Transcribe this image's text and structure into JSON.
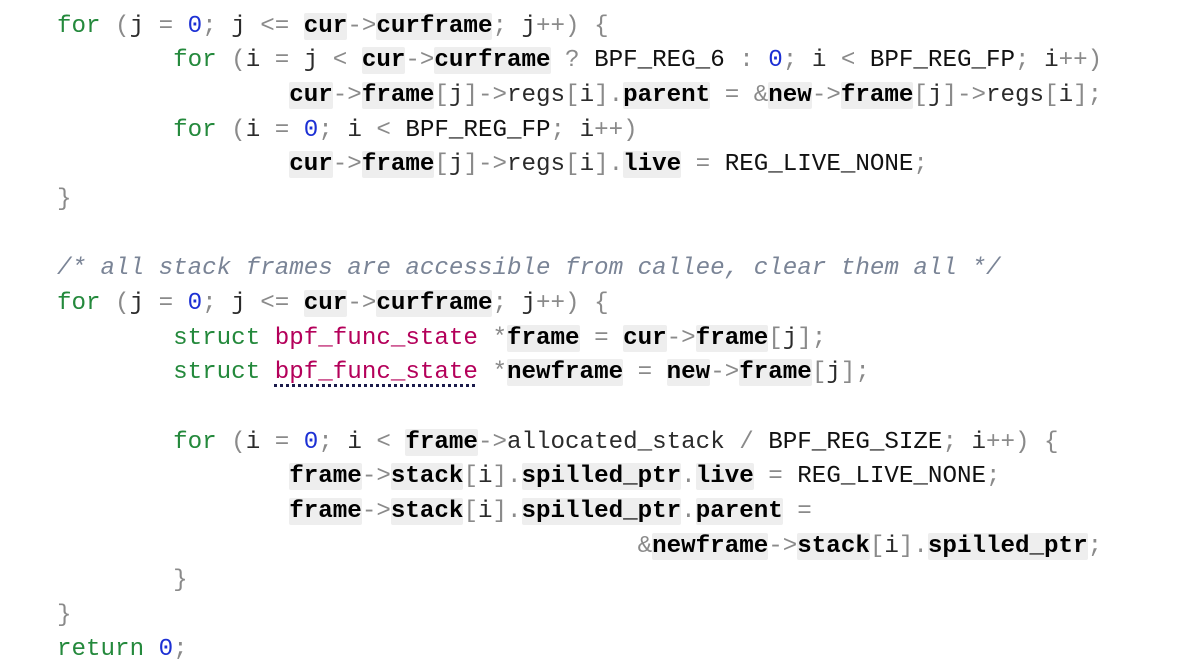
{
  "colors": {
    "background": "#ffffff",
    "keyword": "#24893c",
    "type_name": "#b4005a",
    "number": "#1c30d4",
    "comment": "#7a8496",
    "operator": "#8a8a8a",
    "identifier": "#2b2b2b",
    "variable": "#000000",
    "variable_highlight": "#eeeeee",
    "macro": "#111111",
    "warning_underline": "#1a1a4a"
  },
  "code": {
    "lines": [
      {
        "tokens": [
          [
            " */",
            "cm"
          ]
        ]
      },
      {
        "tokens": [
          [
            "for",
            "kw"
          ],
          [
            " (",
            "op"
          ],
          [
            "j",
            "id"
          ],
          [
            " = ",
            "op"
          ],
          [
            "0",
            "num"
          ],
          [
            "; ",
            "op"
          ],
          [
            "j",
            "id"
          ],
          [
            " <= ",
            "op"
          ],
          [
            "cur",
            "var"
          ],
          [
            "->",
            "op"
          ],
          [
            "curframe",
            "var"
          ],
          [
            "; ",
            "op"
          ],
          [
            "j",
            "id"
          ],
          [
            "++) {",
            "op"
          ]
        ]
      },
      {
        "indent": "\t",
        "tokens": [
          [
            "for",
            "kw"
          ],
          [
            " (",
            "op"
          ],
          [
            "i",
            "id"
          ],
          [
            " = ",
            "op"
          ],
          [
            "j",
            "id"
          ],
          [
            " < ",
            "op"
          ],
          [
            "cur",
            "var"
          ],
          [
            "->",
            "op"
          ],
          [
            "curframe",
            "var"
          ],
          [
            " ? ",
            "op"
          ],
          [
            "BPF_REG_6",
            "mac"
          ],
          [
            " : ",
            "op"
          ],
          [
            "0",
            "num"
          ],
          [
            "; ",
            "op"
          ],
          [
            "i",
            "id"
          ],
          [
            " < ",
            "op"
          ],
          [
            "BPF_REG_FP",
            "mac"
          ],
          [
            "; ",
            "op"
          ],
          [
            "i",
            "id"
          ],
          [
            "++)",
            "op"
          ]
        ]
      },
      {
        "indent": "\t\t",
        "tokens": [
          [
            "cur",
            "var"
          ],
          [
            "->",
            "op"
          ],
          [
            "frame",
            "var"
          ],
          [
            "[",
            "op"
          ],
          [
            "j",
            "id"
          ],
          [
            "]->",
            "op"
          ],
          [
            "regs",
            "id"
          ],
          [
            "[",
            "op"
          ],
          [
            "i",
            "id"
          ],
          [
            "].",
            "op"
          ],
          [
            "parent",
            "var"
          ],
          [
            " = &",
            "op"
          ],
          [
            "new",
            "var"
          ],
          [
            "->",
            "op"
          ],
          [
            "frame",
            "var"
          ],
          [
            "[",
            "op"
          ],
          [
            "j",
            "id"
          ],
          [
            "]->",
            "op"
          ],
          [
            "regs",
            "id"
          ],
          [
            "[",
            "op"
          ],
          [
            "i",
            "id"
          ],
          [
            "];",
            "op"
          ]
        ]
      },
      {
        "indent": "\t",
        "tokens": [
          [
            "for",
            "kw"
          ],
          [
            " (",
            "op"
          ],
          [
            "i",
            "id"
          ],
          [
            " = ",
            "op"
          ],
          [
            "0",
            "num"
          ],
          [
            "; ",
            "op"
          ],
          [
            "i",
            "id"
          ],
          [
            " < ",
            "op"
          ],
          [
            "BPF_REG_FP",
            "mac"
          ],
          [
            "; ",
            "op"
          ],
          [
            "i",
            "id"
          ],
          [
            "++)",
            "op"
          ]
        ]
      },
      {
        "indent": "\t\t",
        "tokens": [
          [
            "cur",
            "var"
          ],
          [
            "->",
            "op"
          ],
          [
            "frame",
            "var"
          ],
          [
            "[",
            "op"
          ],
          [
            "j",
            "id"
          ],
          [
            "]->",
            "op"
          ],
          [
            "regs",
            "id"
          ],
          [
            "[",
            "op"
          ],
          [
            "i",
            "id"
          ],
          [
            "].",
            "op"
          ],
          [
            "live",
            "var"
          ],
          [
            " = ",
            "op"
          ],
          [
            "REG_LIVE_NONE",
            "mac"
          ],
          [
            ";",
            "op"
          ]
        ]
      },
      {
        "tokens": [
          [
            "}",
            "op"
          ]
        ]
      },
      {
        "tokens": []
      },
      {
        "tokens": [
          [
            "/* all stack frames are accessible from callee, clear them all */",
            "cm"
          ]
        ]
      },
      {
        "tokens": [
          [
            "for",
            "kw"
          ],
          [
            " (",
            "op"
          ],
          [
            "j",
            "id"
          ],
          [
            " = ",
            "op"
          ],
          [
            "0",
            "num"
          ],
          [
            "; ",
            "op"
          ],
          [
            "j",
            "id"
          ],
          [
            " <= ",
            "op"
          ],
          [
            "cur",
            "var"
          ],
          [
            "->",
            "op"
          ],
          [
            "curframe",
            "var"
          ],
          [
            "; ",
            "op"
          ],
          [
            "j",
            "id"
          ],
          [
            "++) {",
            "op"
          ]
        ]
      },
      {
        "indent": "\t",
        "tokens": [
          [
            "struct",
            "kw"
          ],
          [
            " ",
            "op"
          ],
          [
            "bpf_func_state",
            "ty"
          ],
          [
            " *",
            "op"
          ],
          [
            "frame",
            "var"
          ],
          [
            " = ",
            "op"
          ],
          [
            "cur",
            "var"
          ],
          [
            "->",
            "op"
          ],
          [
            "frame",
            "var"
          ],
          [
            "[",
            "op"
          ],
          [
            "j",
            "id"
          ],
          [
            "];",
            "op"
          ]
        ]
      },
      {
        "indent": "\t",
        "tokens": [
          [
            "struct",
            "kw"
          ],
          [
            " ",
            "op"
          ],
          [
            "bpf_func_state",
            "ty warn"
          ],
          [
            " *",
            "op"
          ],
          [
            "newframe",
            "var"
          ],
          [
            " = ",
            "op"
          ],
          [
            "new",
            "var"
          ],
          [
            "->",
            "op"
          ],
          [
            "frame",
            "var"
          ],
          [
            "[",
            "op"
          ],
          [
            "j",
            "id"
          ],
          [
            "];",
            "op"
          ]
        ]
      },
      {
        "tokens": []
      },
      {
        "indent": "\t",
        "tokens": [
          [
            "for",
            "kw"
          ],
          [
            " (",
            "op"
          ],
          [
            "i",
            "id"
          ],
          [
            " = ",
            "op"
          ],
          [
            "0",
            "num"
          ],
          [
            "; ",
            "op"
          ],
          [
            "i",
            "id"
          ],
          [
            " < ",
            "op"
          ],
          [
            "frame",
            "var"
          ],
          [
            "->",
            "op"
          ],
          [
            "allocated_stack",
            "id"
          ],
          [
            " / ",
            "op"
          ],
          [
            "BPF_REG_SIZE",
            "mac"
          ],
          [
            "; ",
            "op"
          ],
          [
            "i",
            "id"
          ],
          [
            "++) {",
            "op"
          ]
        ]
      },
      {
        "indent": "\t\t",
        "tokens": [
          [
            "frame",
            "var"
          ],
          [
            "->",
            "op"
          ],
          [
            "stack",
            "var"
          ],
          [
            "[",
            "op"
          ],
          [
            "i",
            "id"
          ],
          [
            "].",
            "op"
          ],
          [
            "spilled_ptr",
            "var"
          ],
          [
            ".",
            "op"
          ],
          [
            "live",
            "var"
          ],
          [
            " = ",
            "op"
          ],
          [
            "REG_LIVE_NONE",
            "mac"
          ],
          [
            ";",
            "op"
          ]
        ]
      },
      {
        "indent": "\t\t",
        "tokens": [
          [
            "frame",
            "var"
          ],
          [
            "->",
            "op"
          ],
          [
            "stack",
            "var"
          ],
          [
            "[",
            "op"
          ],
          [
            "i",
            "id"
          ],
          [
            "].",
            "op"
          ],
          [
            "spilled_ptr",
            "var"
          ],
          [
            ".",
            "op"
          ],
          [
            "parent",
            "var"
          ],
          [
            " =",
            "op"
          ]
        ]
      },
      {
        "indent": "\t\t\t\t\t",
        "tokens": [
          [
            "&",
            "op"
          ],
          [
            "newframe",
            "var"
          ],
          [
            "->",
            "op"
          ],
          [
            "stack",
            "var"
          ],
          [
            "[",
            "op"
          ],
          [
            "i",
            "id"
          ],
          [
            "].",
            "op"
          ],
          [
            "spilled_ptr",
            "var"
          ],
          [
            ";",
            "op"
          ]
        ]
      },
      {
        "indent": "\t",
        "tokens": [
          [
            "}",
            "op"
          ]
        ]
      },
      {
        "tokens": [
          [
            "}",
            "op"
          ]
        ]
      },
      {
        "tokens": [
          [
            "return",
            "kw"
          ],
          [
            " ",
            "op"
          ],
          [
            "0",
            "num"
          ],
          [
            ";",
            "op"
          ]
        ]
      }
    ]
  }
}
